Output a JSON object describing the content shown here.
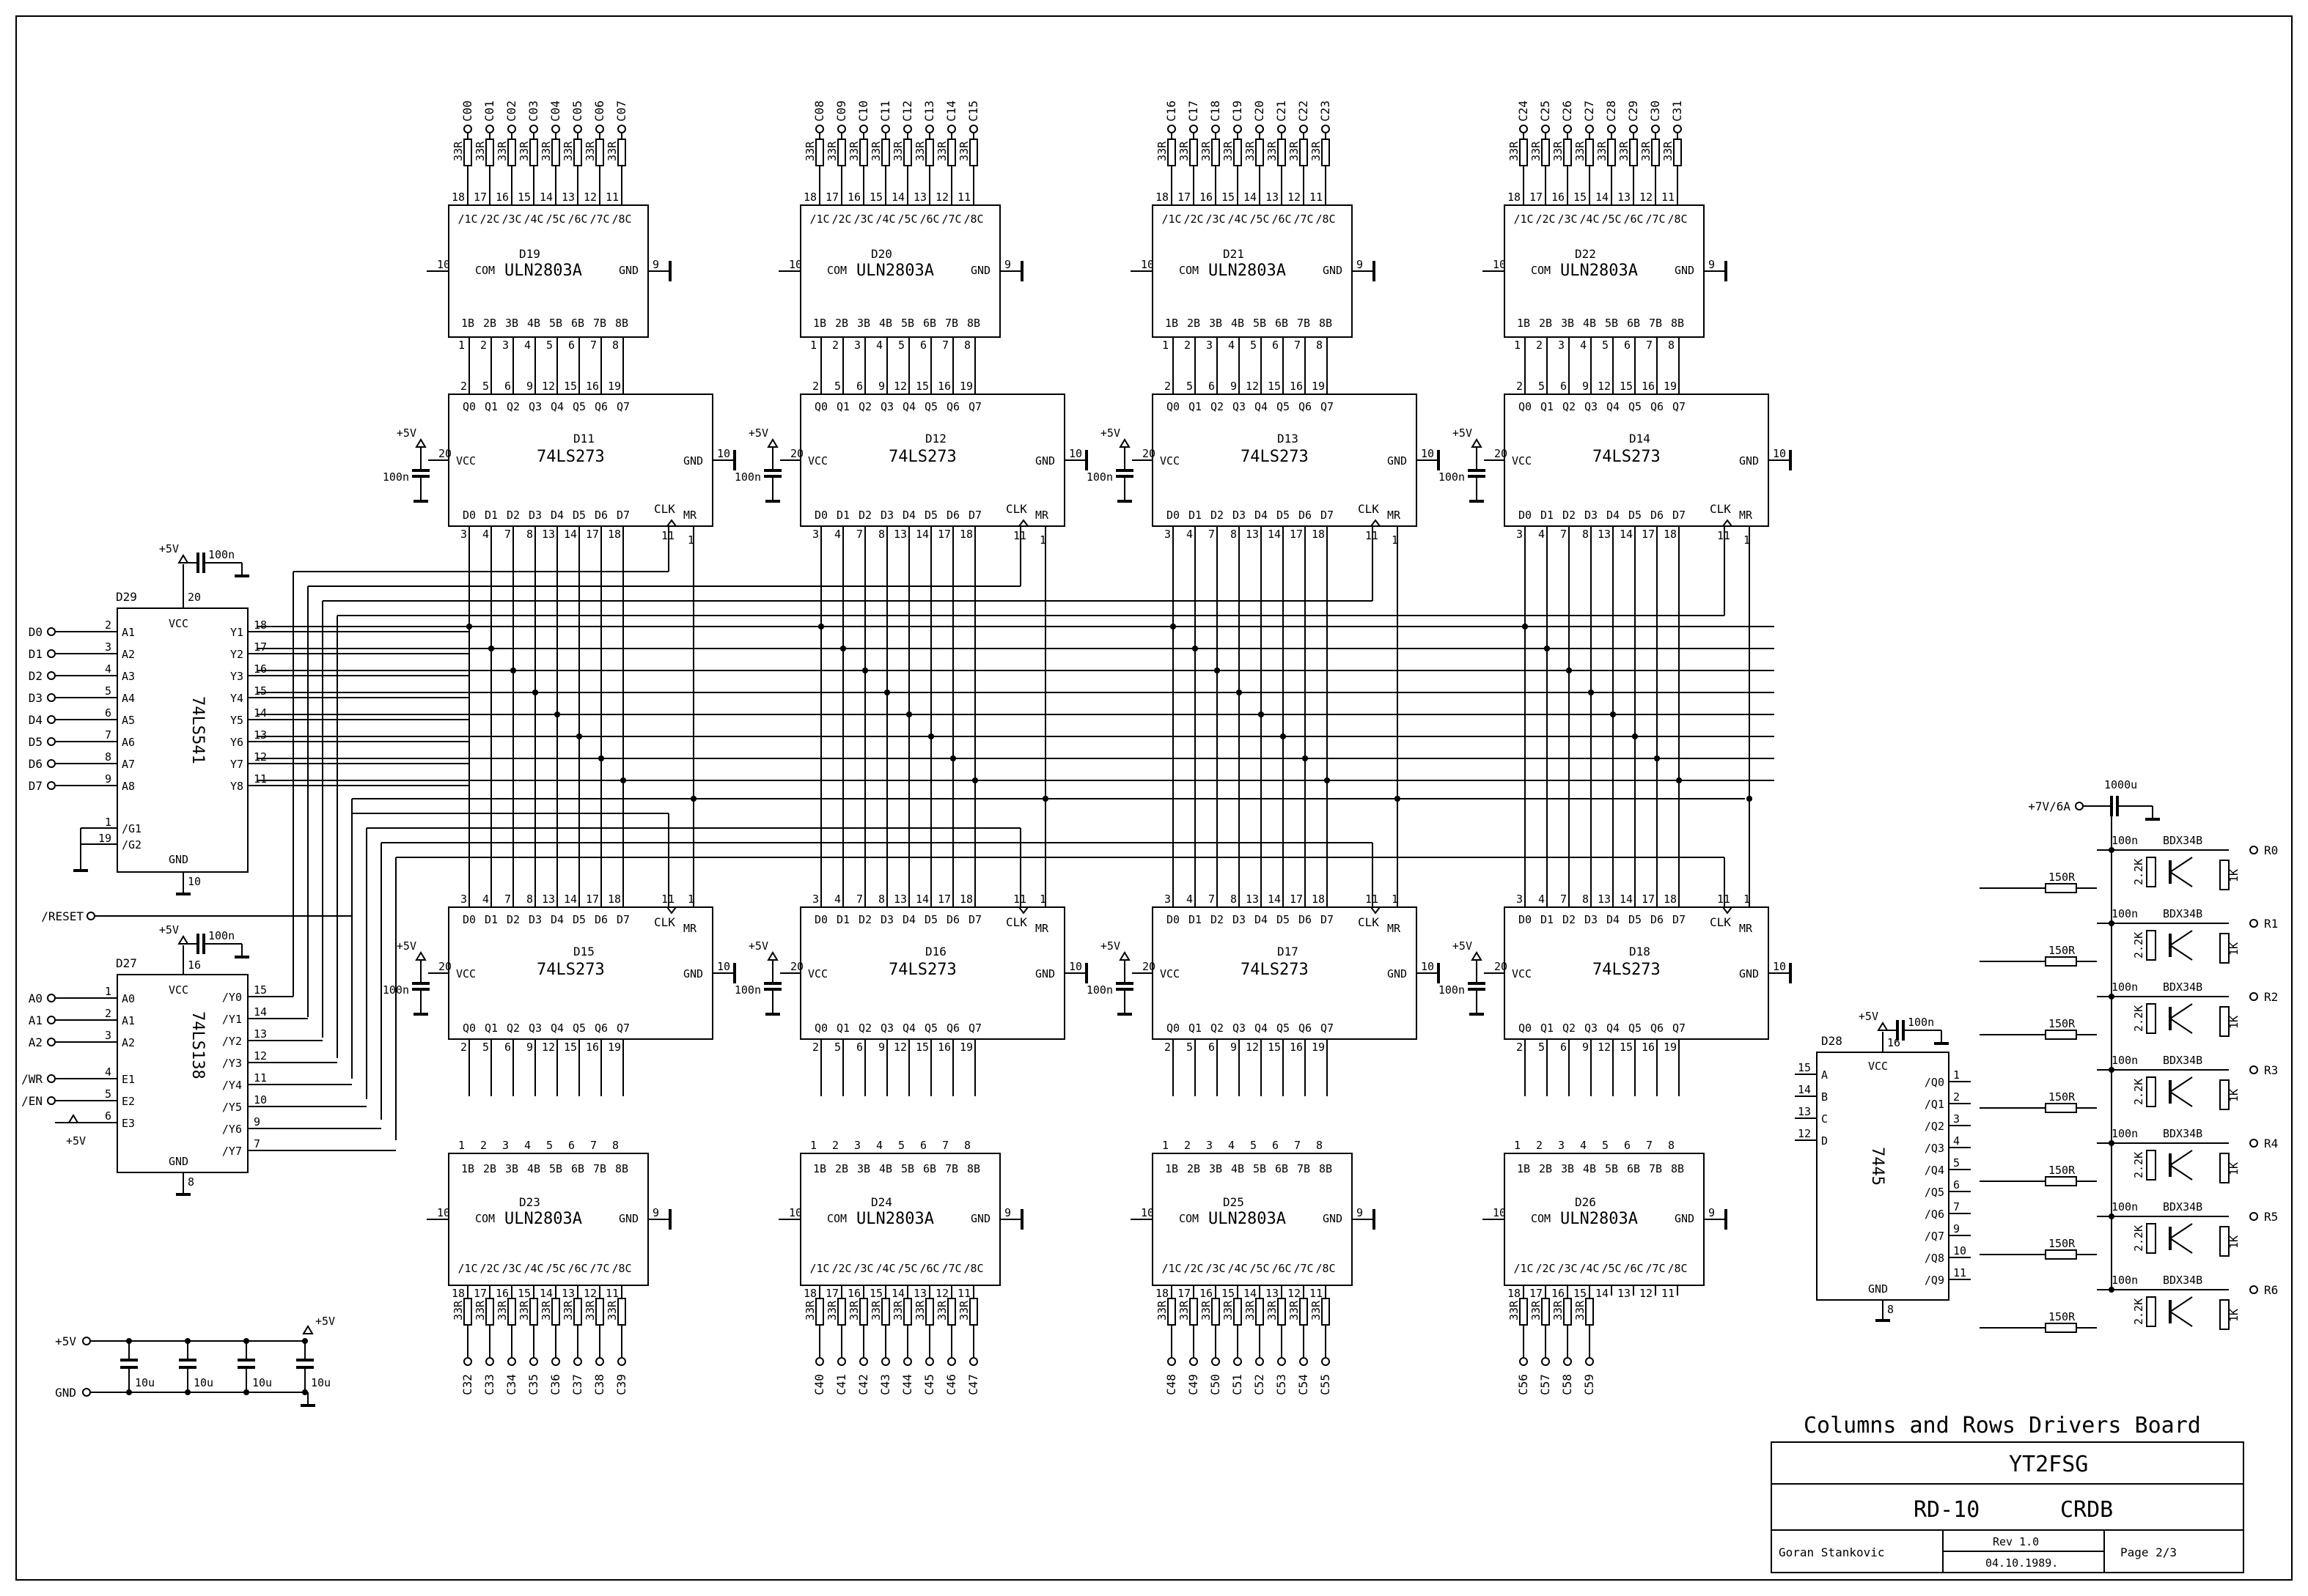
{
  "board": {
    "heading": "Columns and Rows Drivers Board",
    "callsign": "YT2FSG",
    "project": "RD-10",
    "code": "CRDB",
    "author": "Goran Stankovic",
    "revision": "Rev 1.0",
    "date": "04.10.1989.",
    "page": "Page 2/3"
  },
  "colors": {
    "ink": "#000000",
    "paper": "#ffffff"
  },
  "common": {
    "vcc": "+5V",
    "gnd_label": "GND",
    "cap": "100n",
    "resistor": "33R",
    "vcc_pin": "VCC",
    "gnd_pin": "GND",
    "com_pin": "COM",
    "clk": "CLK",
    "mr": "MR"
  },
  "uln_top": [
    {
      "ref": "D19",
      "part": "ULN2803A",
      "cols": [
        "C00",
        "C01",
        "C02",
        "C03",
        "C04",
        "C05",
        "C06",
        "C07"
      ]
    },
    {
      "ref": "D20",
      "part": "ULN2803A",
      "cols": [
        "C08",
        "C09",
        "C10",
        "C11",
        "C12",
        "C13",
        "C14",
        "C15"
      ]
    },
    {
      "ref": "D21",
      "part": "ULN2803A",
      "cols": [
        "C16",
        "C17",
        "C18",
        "C19",
        "C20",
        "C21",
        "C22",
        "C23"
      ]
    },
    {
      "ref": "D22",
      "part": "ULN2803A",
      "cols": [
        "C24",
        "C25",
        "C26",
        "C27",
        "C28",
        "C29",
        "C30",
        "C31"
      ]
    }
  ],
  "uln_bottom": [
    {
      "ref": "D23",
      "part": "ULN2803A",
      "cols": [
        "C32",
        "C33",
        "C34",
        "C35",
        "C36",
        "C37",
        "C38",
        "C39"
      ]
    },
    {
      "ref": "D24",
      "part": "ULN2803A",
      "cols": [
        "C40",
        "C41",
        "C42",
        "C43",
        "C44",
        "C45",
        "C46",
        "C47"
      ]
    },
    {
      "ref": "D25",
      "part": "ULN2803A",
      "cols": [
        "C48",
        "C49",
        "C50",
        "C51",
        "C52",
        "C53",
        "C54",
        "C55"
      ]
    },
    {
      "ref": "D26",
      "part": "ULN2803A",
      "cols": [
        "C56",
        "C57",
        "C58",
        "C59"
      ]
    }
  ],
  "uln_pins": {
    "outputs": [
      "/1C",
      "/2C",
      "/3C",
      "/4C",
      "/5C",
      "/6C",
      "/7C",
      "/8C"
    ],
    "inputs": [
      "1B",
      "2B",
      "3B",
      "4B",
      "5B",
      "6B",
      "7B",
      "8B"
    ],
    "out_nums": [
      "18",
      "17",
      "16",
      "15",
      "14",
      "13",
      "12",
      "11"
    ],
    "in_nums": [
      "1",
      "2",
      "3",
      "4",
      "5",
      "6",
      "7",
      "8"
    ],
    "com_num": "10",
    "gnd_num": "9"
  },
  "latch_top": [
    {
      "ref": "D11",
      "part": "74LS273"
    },
    {
      "ref": "D12",
      "part": "74LS273"
    },
    {
      "ref": "D13",
      "part": "74LS273"
    },
    {
      "ref": "D14",
      "part": "74LS273"
    }
  ],
  "latch_bottom": [
    {
      "ref": "D15",
      "part": "74LS273"
    },
    {
      "ref": "D16",
      "part": "74LS273"
    },
    {
      "ref": "D17",
      "part": "74LS273"
    },
    {
      "ref": "D18",
      "part": "74LS273"
    }
  ],
  "latch_pins": {
    "q": [
      "Q0",
      "Q1",
      "Q2",
      "Q3",
      "Q4",
      "Q5",
      "Q6",
      "Q7"
    ],
    "q_nums": [
      "2",
      "5",
      "6",
      "9",
      "12",
      "15",
      "16",
      "19"
    ],
    "d": [
      "D0",
      "D1",
      "D2",
      "D3",
      "D4",
      "D5",
      "D6",
      "D7"
    ],
    "d_nums": [
      "3",
      "4",
      "7",
      "8",
      "13",
      "14",
      "17",
      "18"
    ],
    "clk_num": "11",
    "mr_num": "1",
    "vcc_num": "20",
    "gnd_num": "10"
  },
  "buffer": {
    "ref": "D29",
    "part": "74LS541",
    "cap": "100n",
    "inputs": [
      "D0",
      "D1",
      "D2",
      "D3",
      "D4",
      "D5",
      "D6",
      "D7"
    ],
    "pins_a": [
      "A1",
      "A2",
      "A3",
      "A4",
      "A5",
      "A6",
      "A7",
      "A8"
    ],
    "in_nums": [
      "2",
      "3",
      "4",
      "5",
      "6",
      "7",
      "8",
      "9"
    ],
    "pins_y": [
      "Y1",
      "Y2",
      "Y3",
      "Y4",
      "Y5",
      "Y6",
      "Y7",
      "Y8"
    ],
    "out_nums": [
      "18",
      "17",
      "16",
      "15",
      "14",
      "13",
      "12",
      "11"
    ],
    "enables": [
      "/G1",
      "/G2"
    ],
    "en_nums": [
      "1",
      "19"
    ],
    "vcc_num": "20",
    "gnd_num": "10"
  },
  "reset": "/RESET",
  "decoder": {
    "ref": "D27",
    "part": "74LS138",
    "cap": "100n",
    "inputs": [
      "A0",
      "A1",
      "A2",
      "/WR",
      "/EN"
    ],
    "in_pins": [
      "A0",
      "A1",
      "A2",
      "E1",
      "E2",
      "E3"
    ],
    "in_nums": [
      "1",
      "2",
      "3",
      "4",
      "5",
      "6"
    ],
    "e3_supply": "+5V",
    "outputs": [
      "/Y0",
      "/Y1",
      "/Y2",
      "/Y3",
      "/Y4",
      "/Y5",
      "/Y6",
      "/Y7"
    ],
    "out_nums": [
      "15",
      "14",
      "13",
      "12",
      "11",
      "10",
      "9",
      "7"
    ],
    "vcc_num": "16",
    "gnd_num": "8"
  },
  "bcd": {
    "ref": "D28",
    "part": "7445",
    "cap": "100n",
    "inputs": [
      "A",
      "B",
      "C",
      "D"
    ],
    "in_nums": [
      "15",
      "14",
      "13",
      "12"
    ],
    "outputs": [
      "/Q0",
      "/Q1",
      "/Q2",
      "/Q3",
      "/Q4",
      "/Q5",
      "/Q6",
      "/Q7",
      "/Q8",
      "/Q9"
    ],
    "out_nums": [
      "1",
      "2",
      "3",
      "4",
      "5",
      "6",
      "7",
      "9",
      "10",
      "11"
    ],
    "vcc_num": "16",
    "gnd_num": "8"
  },
  "rows": {
    "supply": "+7V/6A",
    "bulk_cap": "1000u",
    "cap": "100n",
    "r_pullup": "2.2K",
    "r_base": "150R",
    "r_load": "1K",
    "transistor": "BDX34B",
    "outputs": [
      "R0",
      "R1",
      "R2",
      "R3",
      "R4",
      "R5",
      "R6"
    ]
  },
  "power": {
    "vcc_label": "+5V",
    "gnd_label": "GND",
    "caps": [
      "10u",
      "10u",
      "10u",
      "10u"
    ]
  }
}
